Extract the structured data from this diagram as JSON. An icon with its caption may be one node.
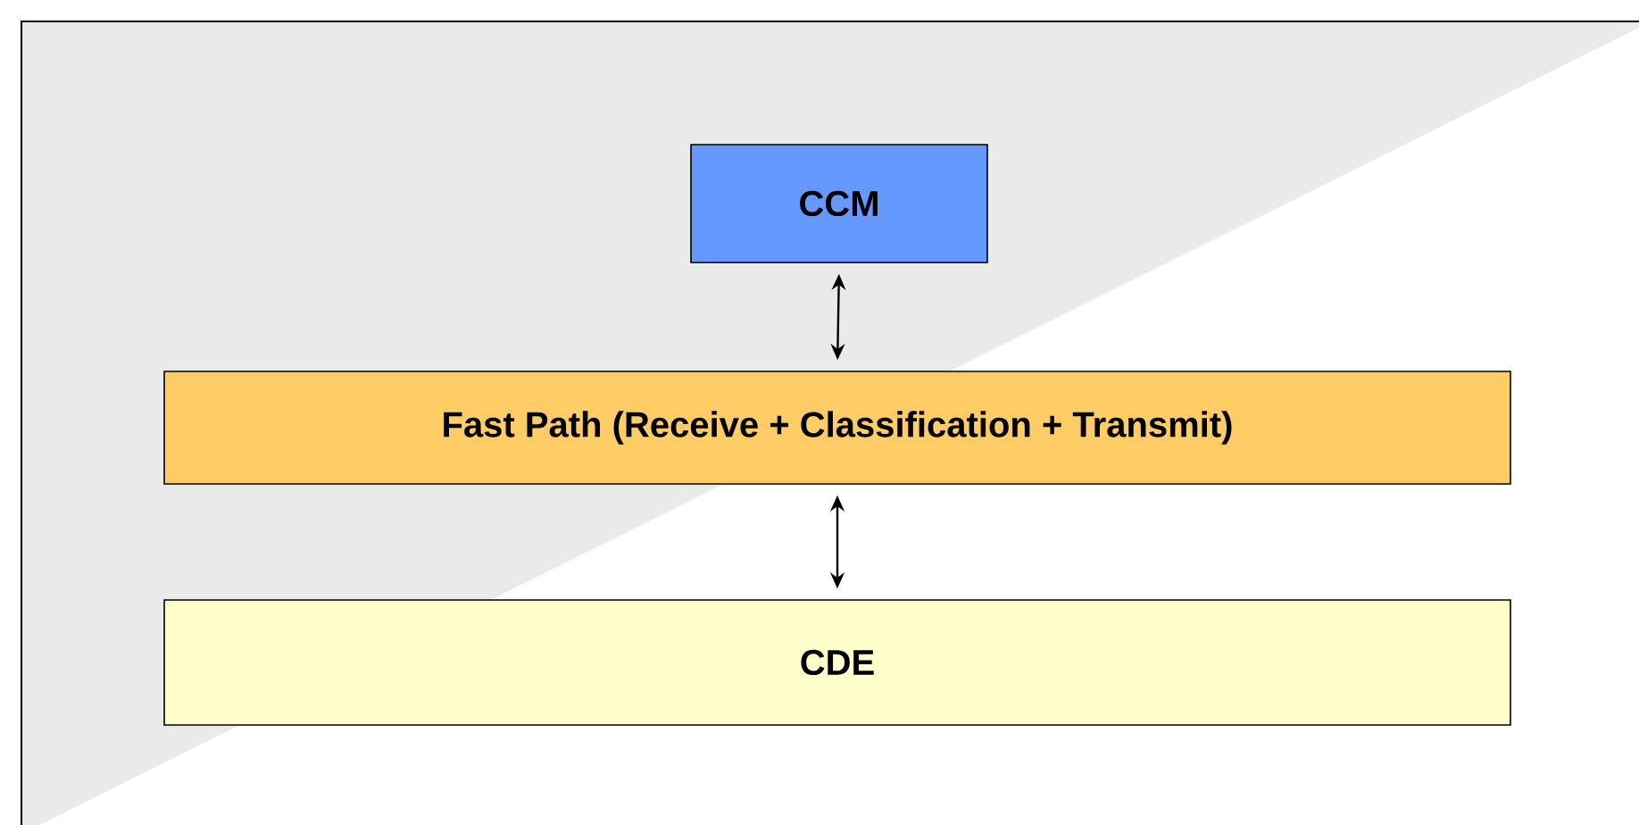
{
  "diagram": {
    "nodes": [
      {
        "text": [
          "CCM"
        ]
      },
      {
        "text": [
          "Fast Path (Receive + Classification + Transmit)"
        ]
      },
      {
        "text": [
          "CDE"
        ]
      }
    ],
    "edges": [
      {
        "from": 0,
        "to": 1,
        "arrow": "both"
      },
      {
        "from": 1,
        "to": 2,
        "arrow": "both"
      }
    ]
  }
}
